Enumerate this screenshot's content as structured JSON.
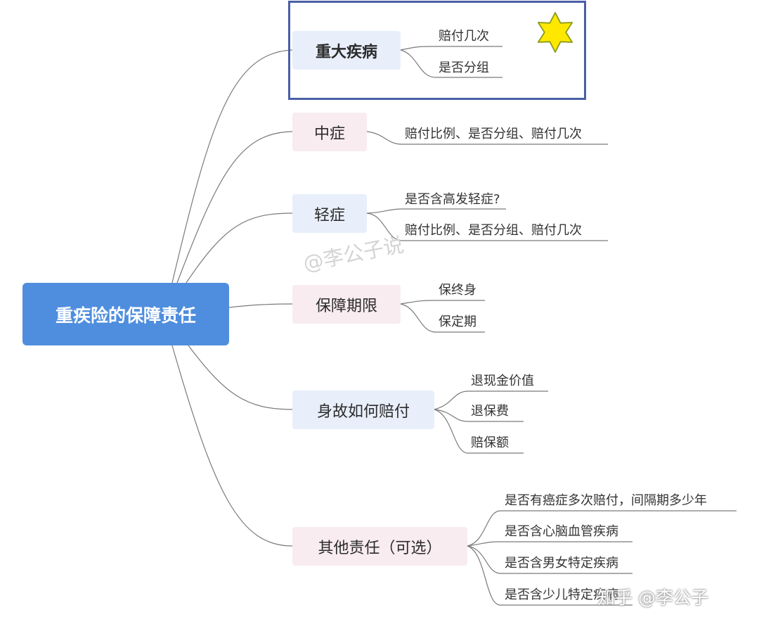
{
  "root": "重疾险的保障责任",
  "branches": [
    {
      "label": "重大疾病",
      "leaves": [
        "赔付几次",
        "是否分组"
      ]
    },
    {
      "label": "中症",
      "leaves": [
        "赔付比例、是否分组、赔付几次"
      ]
    },
    {
      "label": "轻症",
      "leaves": [
        "是否含高发轻症?",
        "赔付比例、是否分组、赔付几次"
      ]
    },
    {
      "label": "保障期限",
      "leaves": [
        "保终身",
        "保定期"
      ]
    },
    {
      "label": "身故如何赔付",
      "leaves": [
        "退现金价值",
        "退保费",
        "赔保额"
      ]
    },
    {
      "label": "其他责任（可选）",
      "leaves": [
        "是否有癌症多次赔付，间隔期多少年",
        "是否含心脑血管疾病",
        "是否含男女特定疾病",
        "是否含少儿特定疾病"
      ]
    }
  ],
  "watermarks": [
    "@李公子说",
    "知乎 @李公子"
  ],
  "colors": {
    "root": "#4f8ede",
    "highlight_border": "#4a5fa6",
    "star_fill": "#ffe800",
    "star_stroke": "#8a9a18"
  },
  "icons": {
    "highlight": "star-icon"
  }
}
